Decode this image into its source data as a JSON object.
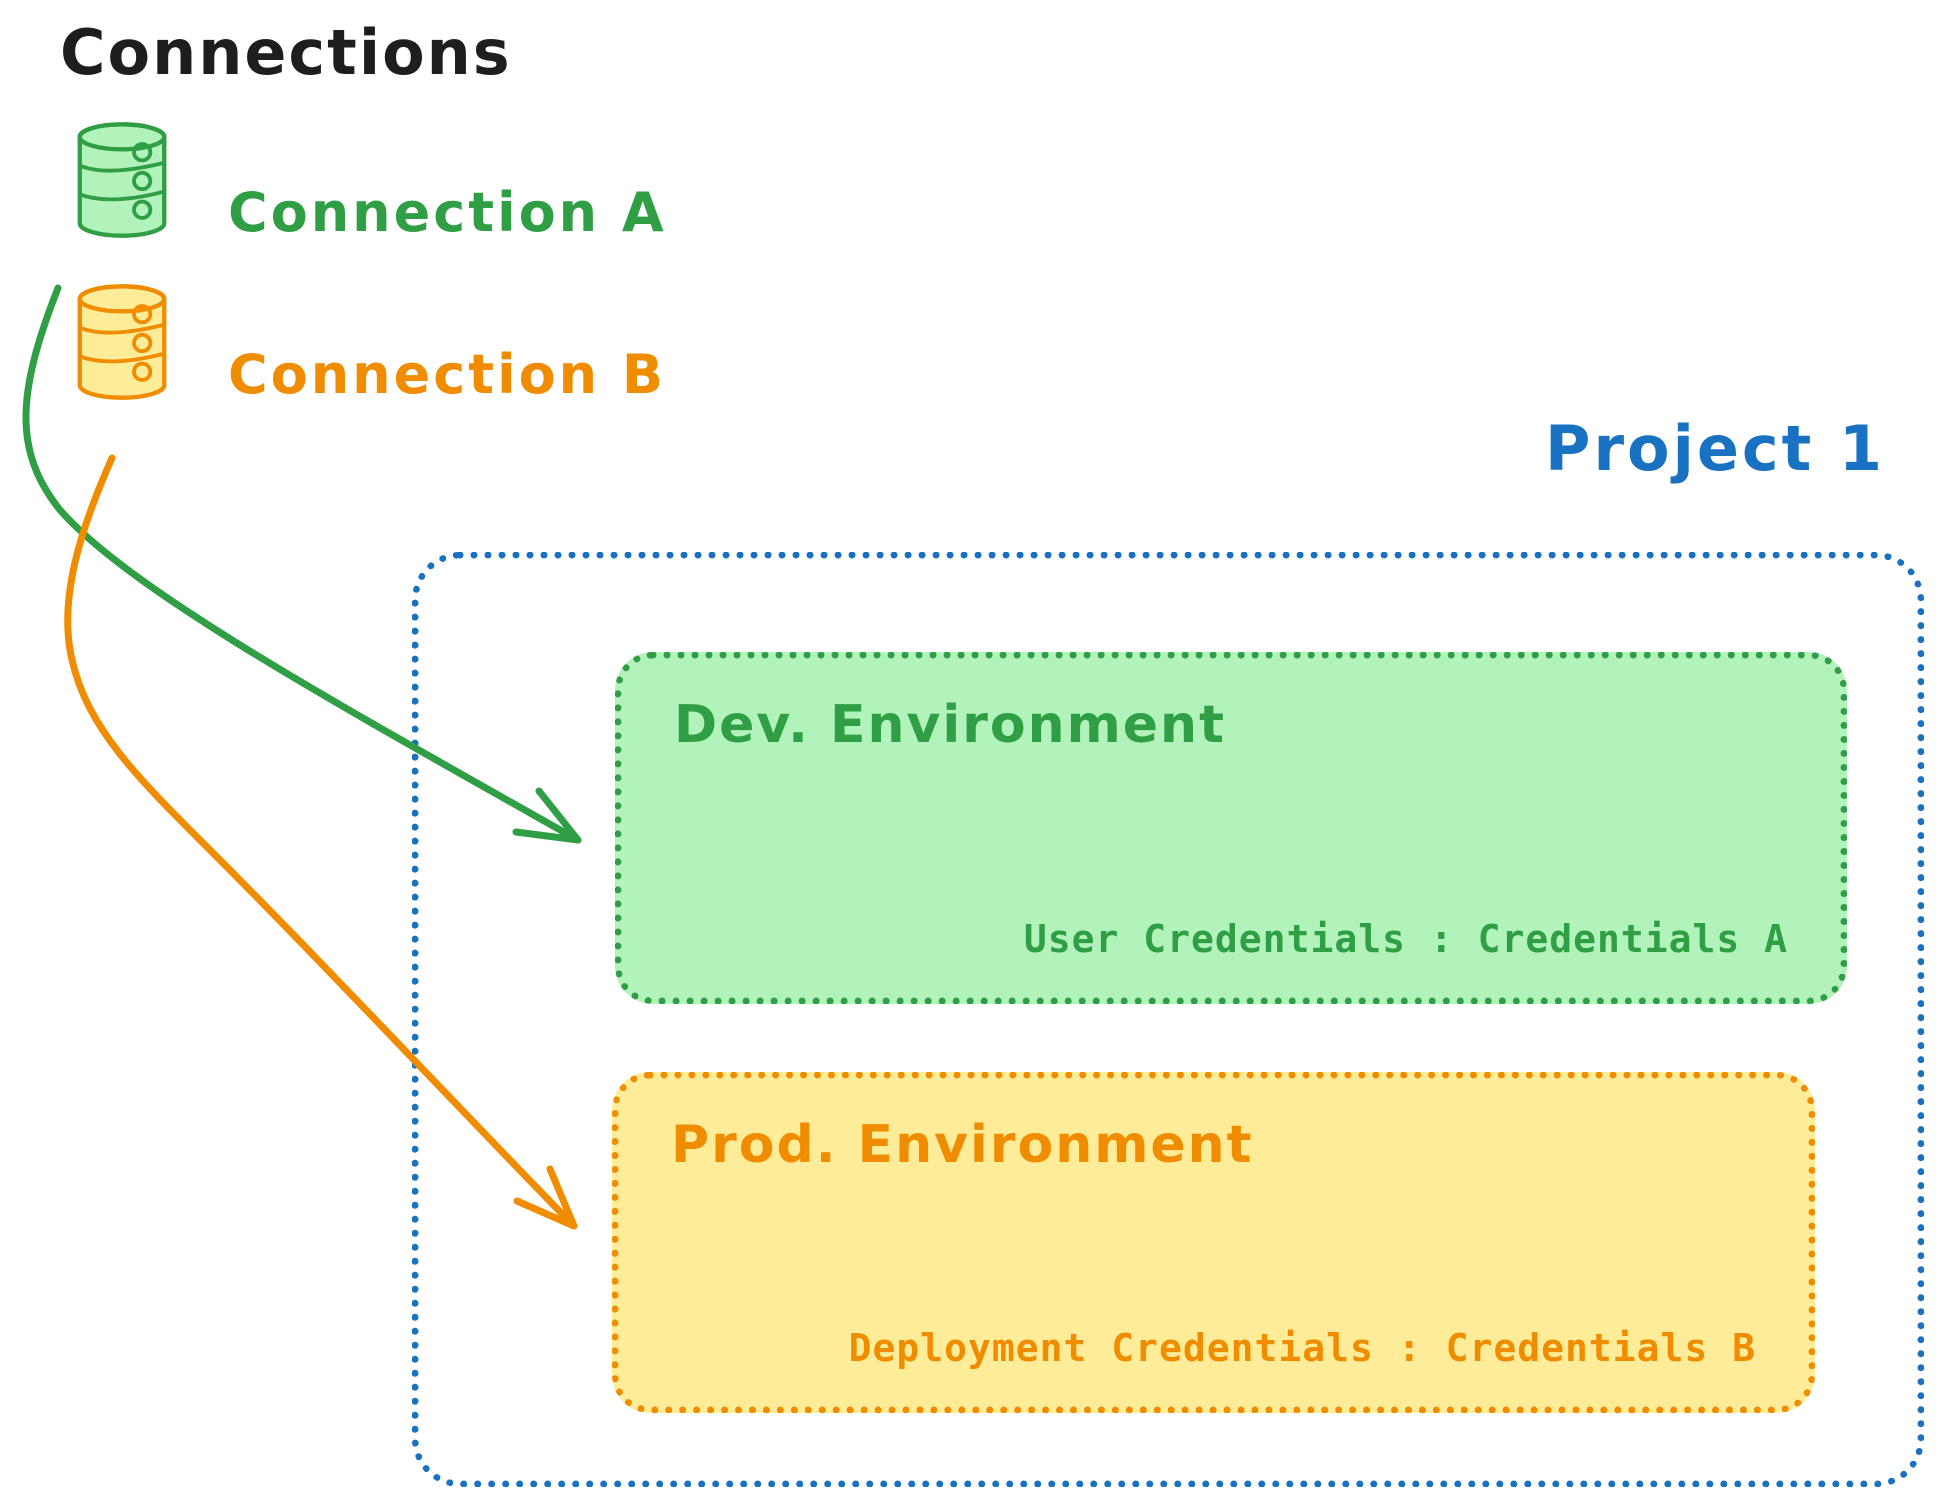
{
  "title": "Connections",
  "colors": {
    "text_black": "#1e1e1e",
    "green": "#2f9e44",
    "green_fill": "#b2f2bb",
    "orange": "#f08c00",
    "orange_fill": "#ffec99",
    "blue": "#1971c2"
  },
  "connections": [
    {
      "label": "Connection A",
      "icon": "database-icon",
      "color": "#2f9e44"
    },
    {
      "label": "Connection B",
      "icon": "database-icon",
      "color": "#f08c00"
    }
  ],
  "project": {
    "label": "Project 1",
    "environments": [
      {
        "name": "Dev. Environment",
        "credentials": "User Credentials : Credentials A"
      },
      {
        "name": "Prod. Environment",
        "credentials": "Deployment Credentials : Credentials B"
      }
    ]
  }
}
